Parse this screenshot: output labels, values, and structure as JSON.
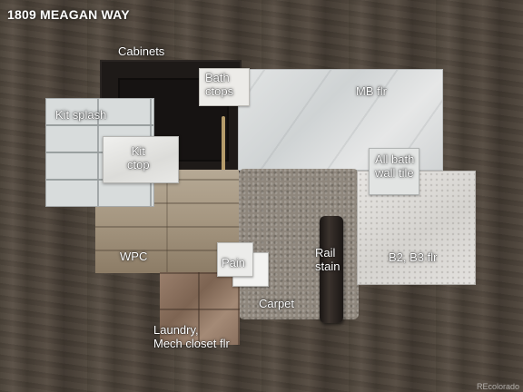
{
  "title": "1809 MEAGAN WAY",
  "labels": {
    "cabinets": "Cabinets",
    "bath_ctops_line1": "Bath",
    "bath_ctops_line2": "ctops",
    "mb_flr": "MB flr",
    "kit_splash": "Kit splash",
    "kit_ctop_line1": "Kit",
    "kit_ctop_line2": "ctop",
    "all_bath_line1": "All bath",
    "all_bath_line2": "wall tile",
    "wpc": "WPC",
    "paint": "Pain",
    "rail_stain_line1": "Rail",
    "rail_stain_line2": "stain",
    "b2_b3_flr": "B2, B3 flr",
    "carpet": "Carpet",
    "laundry_line1": "Laundry,",
    "laundry_line2": "Mech closet flr"
  },
  "credit": "REcolorado"
}
